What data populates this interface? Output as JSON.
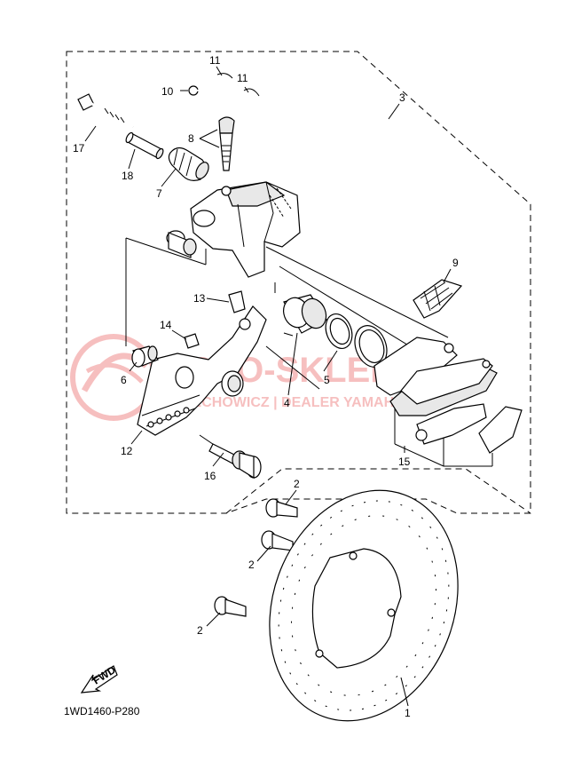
{
  "diagram_code": "1WD1460-P280",
  "fwd_label": "FWD",
  "watermark": {
    "line1": "MOTO-SKLEP.PL",
    "line2": "NECHOWICZ | DEALER YAMAHA",
    "color": "#e84b4b"
  },
  "callouts": {
    "c1": "1",
    "c2a": "2",
    "c2b": "2",
    "c2c": "2",
    "c3": "3",
    "c4": "4",
    "c5": "5",
    "c6": "6",
    "c7": "7",
    "c8": "8",
    "c9": "9",
    "c10": "10",
    "c11a": "11",
    "c11b": "11",
    "c12": "12",
    "c13": "13",
    "c14": "14",
    "c15": "15",
    "c16": "16",
    "c17": "17",
    "c18": "18"
  }
}
